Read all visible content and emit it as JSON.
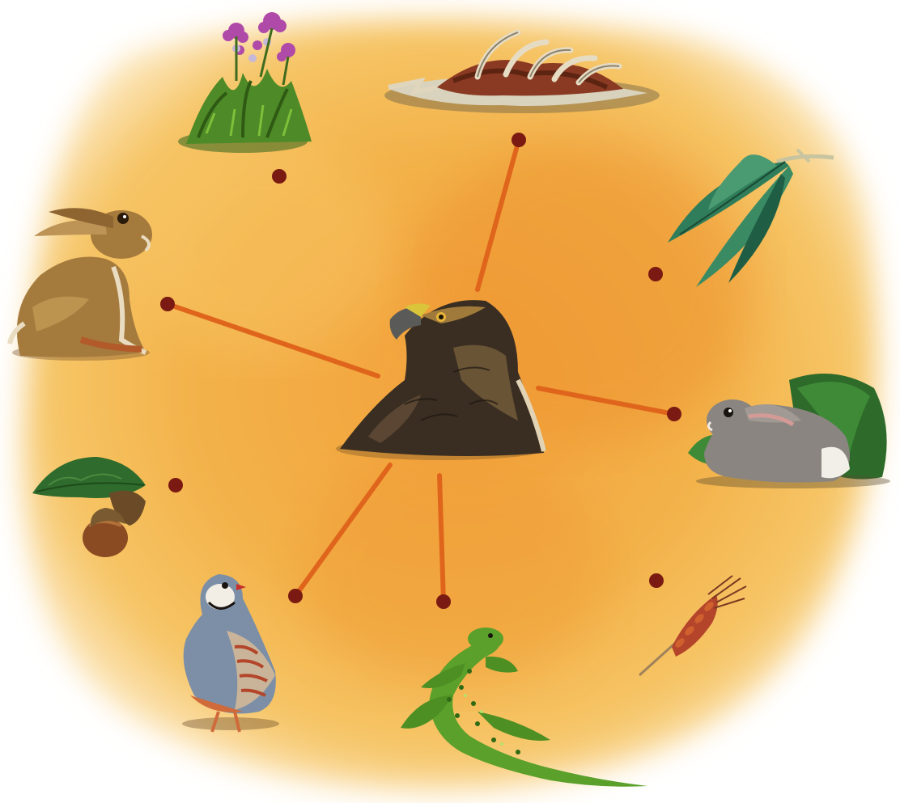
{
  "diagram": {
    "colors": {
      "background_light": "#f7c25a",
      "background_mid": "#f0a63a",
      "background_dark": "#e58a2a",
      "link_line": "#e0651c",
      "node_dot": "#7a1a12"
    },
    "center": {
      "icon": "eagle-icon"
    },
    "nodes": [
      {
        "id": "heather",
        "icon": "heather-flower-icon",
        "linked": false
      },
      {
        "id": "carcass",
        "icon": "carcass-icon",
        "linked": true
      },
      {
        "id": "eucalyptus",
        "icon": "eucalyptus-leaf-icon",
        "linked": false
      },
      {
        "id": "rabbit",
        "icon": "rabbit-icon",
        "linked": true
      },
      {
        "id": "wheat",
        "icon": "wheat-ear-icon",
        "linked": false
      },
      {
        "id": "lizard",
        "icon": "lizard-icon",
        "linked": true
      },
      {
        "id": "partridge",
        "icon": "partridge-icon",
        "linked": true
      },
      {
        "id": "acorn",
        "icon": "acorn-icon",
        "linked": false
      },
      {
        "id": "hare",
        "icon": "hare-icon",
        "linked": true
      }
    ]
  }
}
